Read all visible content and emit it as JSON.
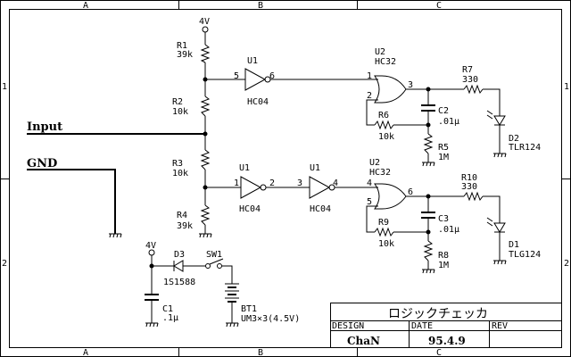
{
  "frame": {
    "cols": [
      "A",
      "B",
      "C"
    ],
    "rows": [
      "1",
      "2"
    ]
  },
  "labels": {
    "vcc_top": "4V",
    "r1_name": "R1",
    "r1_val": "39k",
    "r2_name": "R2",
    "r2_val": "10k",
    "r3_name": "R3",
    "r3_val": "10k",
    "r4_name": "R4",
    "r4_val": "39k",
    "u1a_name": "U1",
    "u1a_type": "HC04",
    "u1a_pin_in": "5",
    "u1a_pin_out": "6",
    "u1b_name": "U1",
    "u1b_type": "HC04",
    "u1b_pin_in": "1",
    "u1b_pin_out": "2",
    "u1c_name": "U1",
    "u1c_type": "HC04",
    "u1c_pin_in": "3",
    "u1c_pin_out": "4",
    "u2a_name": "U2",
    "u2a_type": "HC32",
    "u2a_pin1": "1",
    "u2a_pin2": "2",
    "u2a_pin3": "3",
    "u2b_name": "U2",
    "u2b_type": "HC32",
    "u2b_pin4": "4",
    "u2b_pin5": "5",
    "u2b_pin6": "6",
    "r6_name": "R6",
    "r6_val": "10k",
    "c2_name": "C2",
    "c2_val": ".01µ",
    "r5_name": "R5",
    "r5_val": "1M",
    "r7_name": "R7",
    "r7_val": "330",
    "d2_name": "D2",
    "d2_type": "TLR124",
    "r9_name": "R9",
    "r9_val": "10k",
    "c3_name": "C3",
    "c3_val": ".01µ",
    "r8_name": "R8",
    "r8_val": "1M",
    "r10_name": "R10",
    "r10_val": "330",
    "d1_name": "D1",
    "d1_type": "TLG124",
    "input": "Input",
    "gnd": "GND",
    "vcc_bottom": "4V",
    "d3_name": "D3",
    "d3_type": "1S1588",
    "sw1_name": "SW1",
    "c1_name": "C1",
    "c1_val": ".1µ",
    "bt1_name": "BT1",
    "bt1_val": "UM3×3(4.5V)"
  },
  "title_block": {
    "title": "ロジックチェッカ",
    "design_label": "DESIGN",
    "date_label": "DATE",
    "rev_label": "REV",
    "design_value": "ChaN",
    "date_value": "95.4.9",
    "rev_value": ""
  }
}
